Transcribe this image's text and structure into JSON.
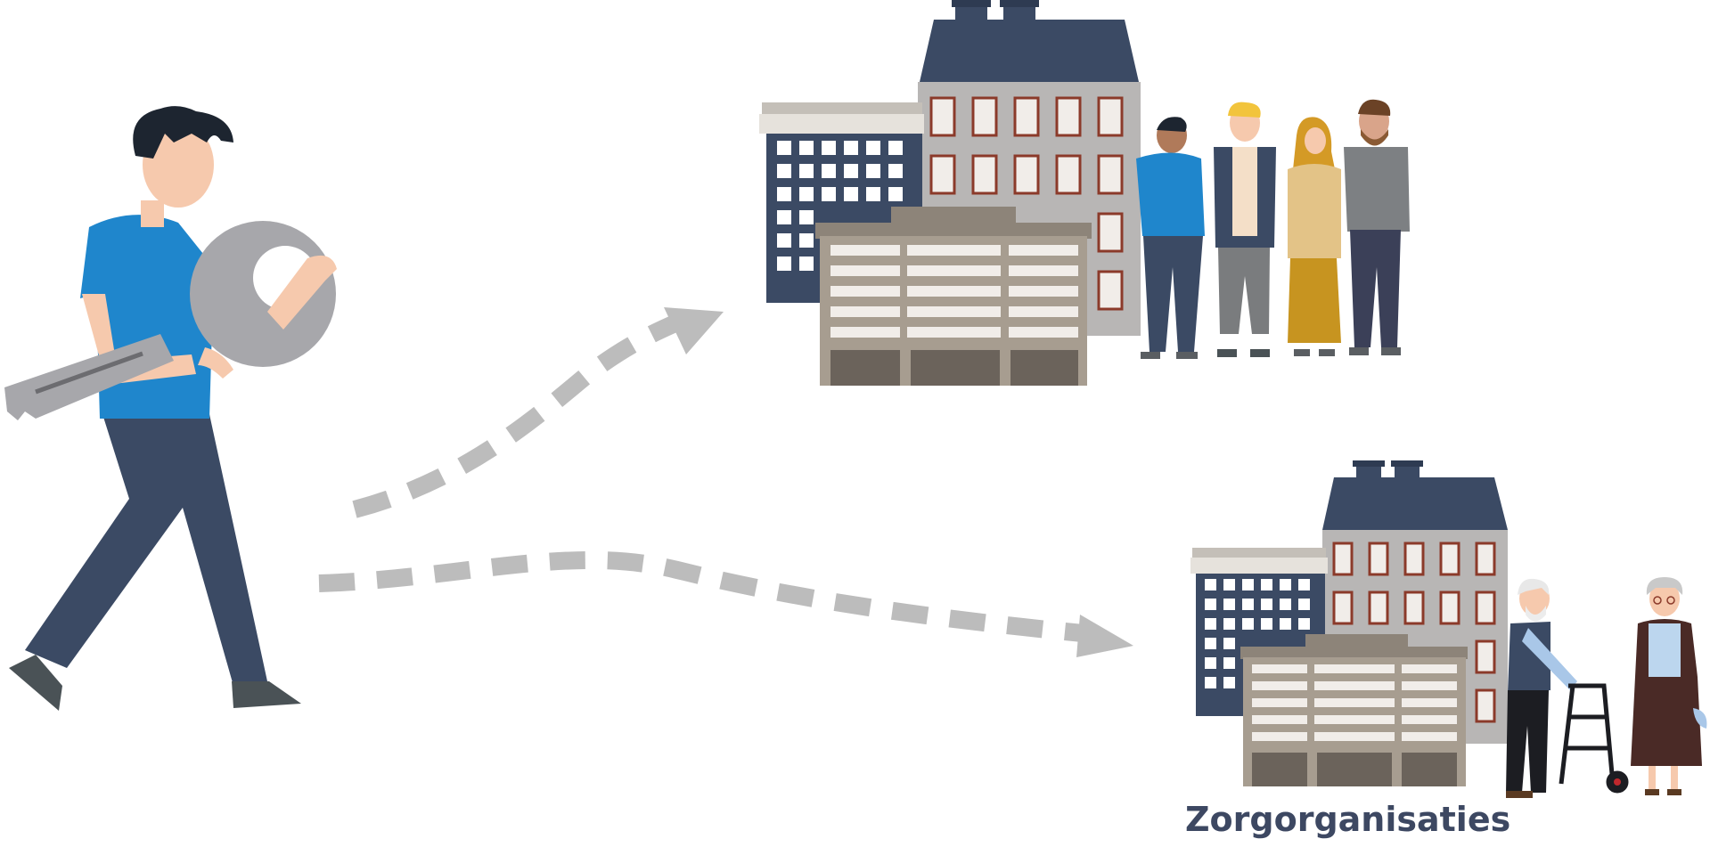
{
  "labels": {
    "care_organisations": "Zorgorganisaties"
  },
  "illustration": {
    "subjects": [
      "person-holding-key",
      "apartment-building",
      "group-of-residents",
      "care-building",
      "elderly-couple-with-walker"
    ],
    "colors": {
      "navy": "#3b4a64",
      "grey_building": "#b8b6b5",
      "beige": "#a79d90",
      "window_frame": "#8b3a2a",
      "arrow": "#bcbcbc",
      "shirt_blue": "#1f86cc",
      "skin": "#f6c9ad",
      "key_grey": "#a7a7ab"
    }
  }
}
